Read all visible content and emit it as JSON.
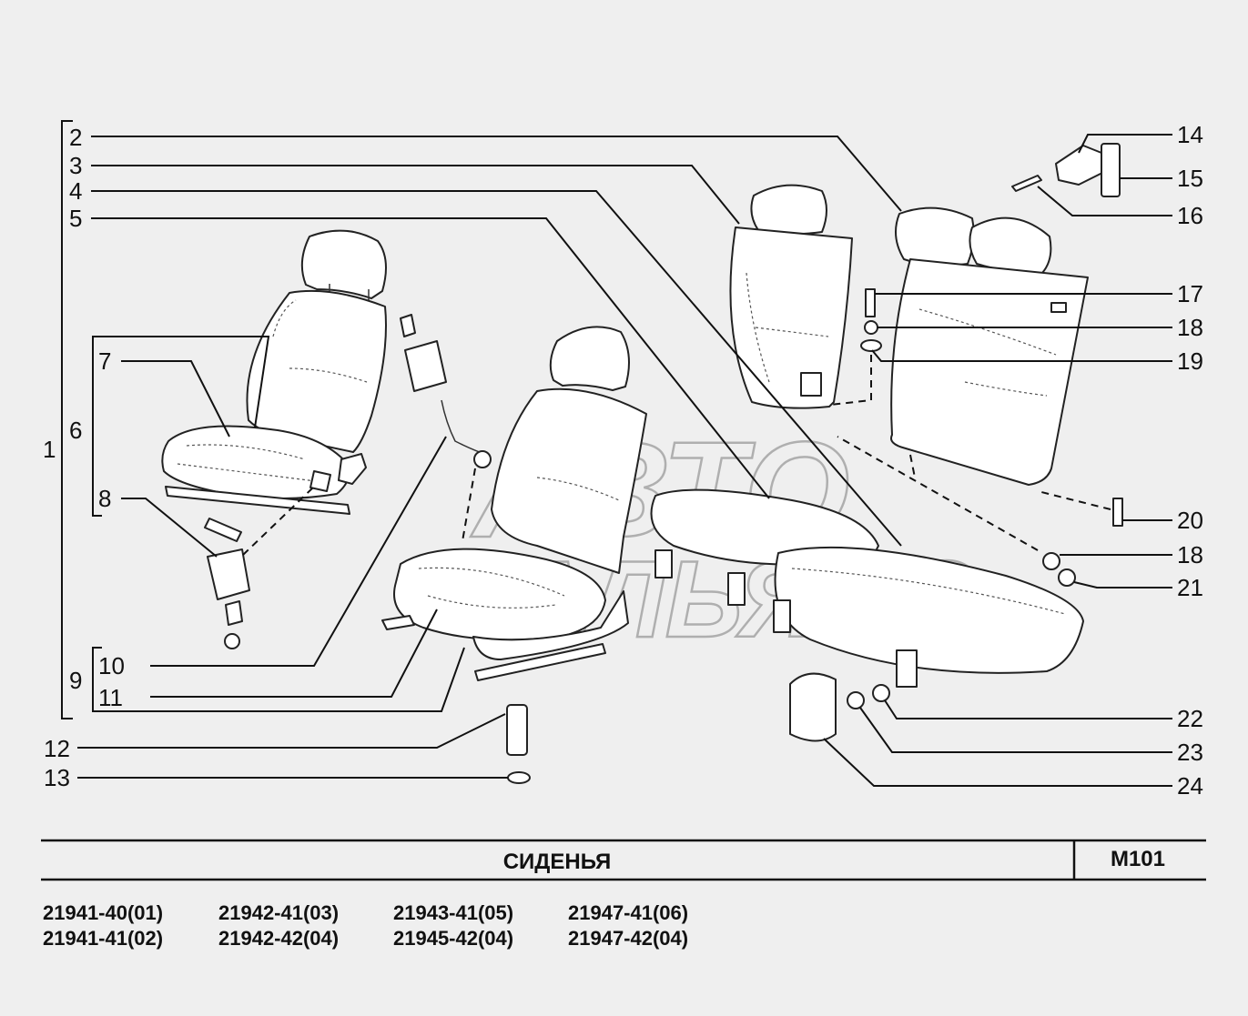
{
  "title": "СИДЕНЬЯ",
  "page_code": "M101",
  "watermark": [
    "АВТО",
    "АЛЬЯНС"
  ],
  "callouts": [
    "1",
    "2",
    "3",
    "4",
    "5",
    "6",
    "7",
    "8",
    "9",
    "10",
    "11",
    "12",
    "13",
    "14",
    "15",
    "16",
    "17",
    "18",
    "19",
    "20",
    "18",
    "21",
    "22",
    "23",
    "24"
  ],
  "model_codes": [
    [
      "21941-40(01)",
      "21941-41(02)"
    ],
    [
      "21942-41(03)",
      "21942-42(04)"
    ],
    [
      "21943-41(05)",
      "21945-42(04)"
    ],
    [
      "21947-41(06)",
      "21947-42(04)"
    ]
  ]
}
